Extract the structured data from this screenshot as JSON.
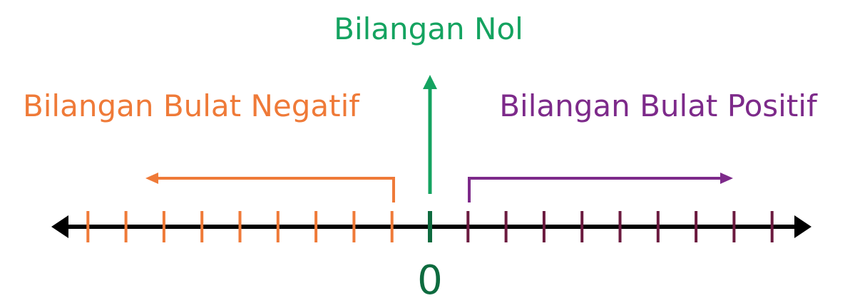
{
  "labels": {
    "zero_title": "Bilangan Nol",
    "negative_title": "Bilangan Bulat Negatif",
    "positive_title": "Bilangan Bulat Positif",
    "zero_value": "0"
  },
  "number_line": {
    "negative_tick_count": 9,
    "positive_tick_count": 9
  },
  "colors": {
    "zero": "#14a360",
    "zero_tick": "#0e6b3f",
    "negative": "#ef7a38",
    "positive": "#7d2a8a",
    "positive_tick": "#6b1a3f",
    "axis": "#000000"
  }
}
